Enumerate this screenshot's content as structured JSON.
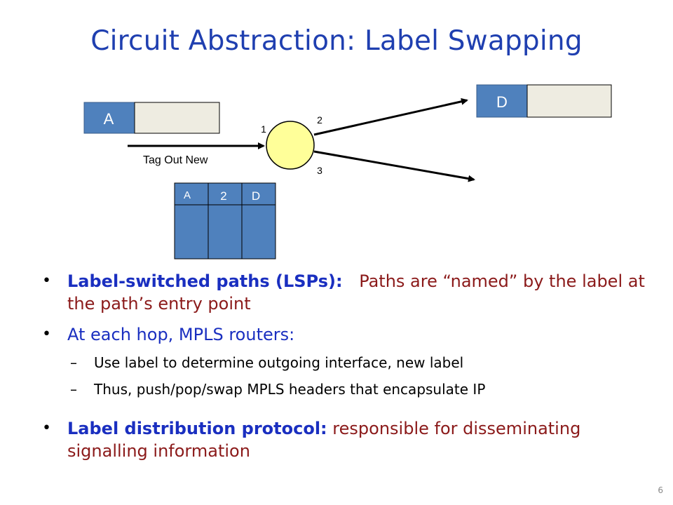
{
  "title": "Circuit Abstraction: Label Swapping",
  "diagram": {
    "packet_in": {
      "header": "A"
    },
    "packet_out": {
      "header": "D"
    },
    "ports": {
      "in": "1",
      "out_upper": "2",
      "out_lower": "3"
    },
    "table_caption": "Tag Out New",
    "table_row": {
      "tag": "A",
      "out": "2",
      "new": "D"
    }
  },
  "bullets": [
    {
      "lead": "Label-switched paths (LSPs):",
      "rest": "Paths are “named” by the label at the path’s entry point"
    },
    {
      "text": "At each hop, MPLS routers:"
    },
    {
      "text": "Label distribution protocol:",
      "rest": "responsible for disseminating signalling information"
    }
  ],
  "subbullets": [
    "Use label to determine outgoing interface, new label",
    "Thus, push/pop/swap MPLS headers that encapsulate IP"
  ],
  "page_number": "6",
  "colors": {
    "title": "#1f3fb0",
    "header_fill": "#4f81bd",
    "payload_fill": "#eeece1",
    "router_fill": "#ffff99"
  }
}
